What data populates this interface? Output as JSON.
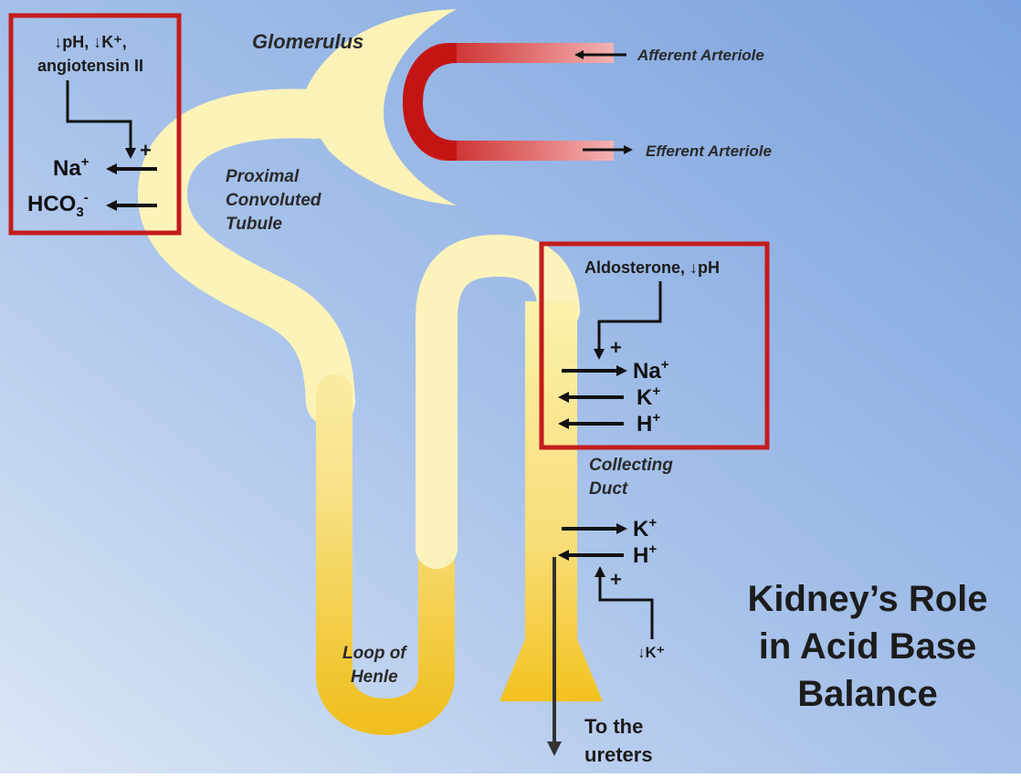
{
  "title": {
    "line1": "Kidney’s Role",
    "line2": "in Acid Base",
    "line3": "Balance"
  },
  "labels": {
    "glomerulus": "Glomerulus",
    "afferent": "Afferent Arteriole",
    "efferent": "Efferent Arteriole",
    "pct_line1": "Proximal",
    "pct_line2": "Convoluted",
    "pct_line3": "Tubule",
    "collecting_line1": "Collecting",
    "collecting_line2": "Duct",
    "loop_line1": "Loop of",
    "loop_line2": "Henle",
    "ureters_line1": "To the",
    "ureters_line2": "ureters"
  },
  "pct_box": {
    "stimulus_line1": "↓pH, ↓K⁺,",
    "stimulus_line2": "angiotensin II",
    "plus": "+",
    "ion1": "Na",
    "ion1_charge": "+",
    "ion2": "HCO",
    "ion2_sub": "3",
    "ion2_charge": "-"
  },
  "cd_box": {
    "stimulus": "Aldosterone, ↓pH",
    "plus": "+",
    "ion1": "Na",
    "ion1_charge": "+",
    "ion2": "K",
    "ion2_charge": "+",
    "ion3": "H",
    "ion3_charge": "+"
  },
  "lower_cd": {
    "ion1": "K",
    "ion1_charge": "+",
    "ion2": "H",
    "ion2_charge": "+",
    "plus": "+",
    "stimulus": "↓K⁺"
  },
  "colors": {
    "box_border": "#c41c1c",
    "arteriole": "#c81818",
    "tubule_light": "#fdf7c0",
    "tubule_dark": "#f2c425",
    "bg_top": "#7fa6e0",
    "bg_bottom": "#d8e4f4"
  }
}
